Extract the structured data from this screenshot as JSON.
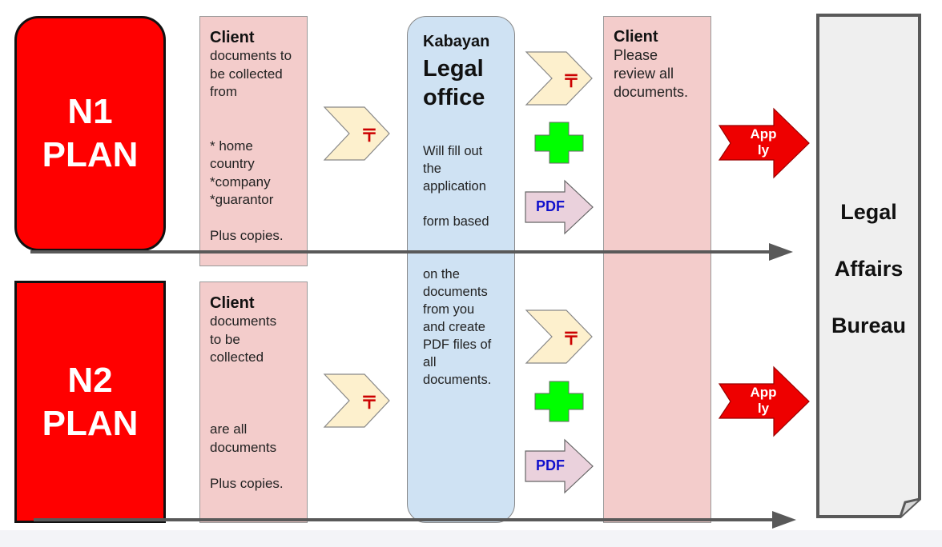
{
  "n1_plan": {
    "label": "N1\nPLAN"
  },
  "n2_plan": {
    "label": "N2\nPLAN"
  },
  "client_box_1": {
    "heading": "Client",
    "text": "documents to\nbe collected\nfrom\n\n\n* home\ncountry\n*company\n*guarantor\n\nPlus copies."
  },
  "client_box_2": {
    "heading": "Client",
    "text": "documents\nto be\ncollected\n\n\n\nare all\ndocuments\n\nPlus copies."
  },
  "legal_office": {
    "name_small": "Kabayan",
    "name_large": "Legal\noffice",
    "text": "Will fill out\nthe\napplication\n\nform based\n\n\non the\ndocuments\nfrom you\nand create\nPDF files of\nall\ndocuments."
  },
  "client_review": {
    "heading": "Client",
    "text": "Please\nreview all\ndocuments."
  },
  "post_symbol": "〒",
  "plus_symbol": "✚",
  "pdf_label": "PDF",
  "apply_label": "App\nly",
  "bureau": {
    "text": "Legal\n Affairs\nBureau"
  },
  "colors": {
    "plan_red": "#ff0000",
    "pink": "#f3cccb",
    "blue": "#cfe2f3",
    "chevron": "#fdf0cd",
    "pdf_arrow": "#ead1dc",
    "green_plus": "#00ff00",
    "apply_red": "#ee0000",
    "bureau_gray": "#efefef",
    "pdf_text": "#1111cc",
    "post_red": "#cc0000"
  }
}
